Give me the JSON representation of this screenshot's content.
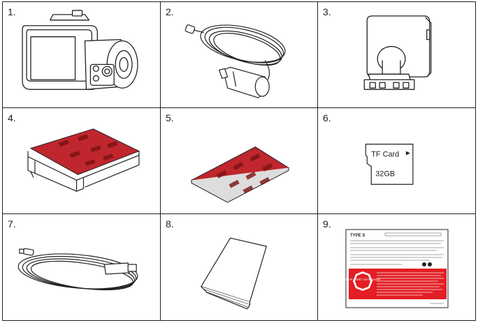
{
  "items": [
    {
      "number": "1.",
      "icon": "dash-camera-icon"
    },
    {
      "number": "2.",
      "icon": "car-charger-cable-icon"
    },
    {
      "number": "3.",
      "icon": "windshield-mount-icon"
    },
    {
      "number": "4.",
      "icon": "adhesive-pad-with-holder-icon"
    },
    {
      "number": "5.",
      "icon": "spare-adhesive-pad-icon"
    },
    {
      "number": "6.",
      "icon": "tf-card-icon"
    },
    {
      "number": "7.",
      "icon": "usb-cable-icon"
    },
    {
      "number": "8.",
      "icon": "user-manual-icon"
    },
    {
      "number": "9.",
      "icon": "warning-card-icon"
    }
  ],
  "tf_card": {
    "label": "TF Card",
    "capacity": "32GB"
  },
  "warning_card": {
    "brand": "TYPE S",
    "stop_sign": "STOP ARRÊT DETENGASE"
  },
  "colors": {
    "line": "#222222",
    "adhesive_red": "#c0262d",
    "adhesive_dark": "#7a1216",
    "warning_red": "#e31e24"
  }
}
